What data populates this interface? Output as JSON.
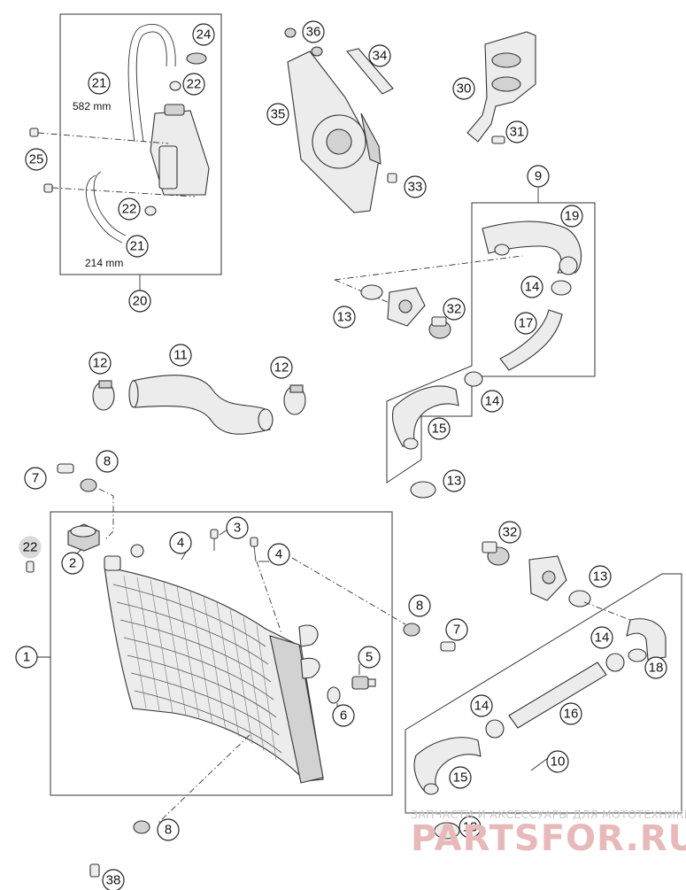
{
  "diagram": {
    "callouts": {
      "c1": "1",
      "c2": "2",
      "c3": "3",
      "c4a": "4",
      "c4b": "4",
      "c5": "5",
      "c6": "6",
      "c7a": "7",
      "c7b": "7",
      "c8a": "8",
      "c8b": "8",
      "c8c": "8",
      "c9": "9",
      "c10": "10",
      "c11": "11",
      "c12a": "12",
      "c12b": "12",
      "c13a": "13",
      "c13b": "13",
      "c13c": "13",
      "c13d": "13",
      "c14a": "14",
      "c14b": "14",
      "c14c": "14",
      "c14d": "14",
      "c15a": "15",
      "c15b": "15",
      "c16": "16",
      "c17": "17",
      "c18": "18",
      "c19": "19",
      "c20": "20",
      "c21a": "21",
      "c21b": "21",
      "c22a": "22",
      "c22b": "22",
      "c22c": "22",
      "c24": "24",
      "c25": "25",
      "c30": "30",
      "c31": "31",
      "c32a": "32",
      "c32b": "32",
      "c33": "33",
      "c34": "34",
      "c35": "35",
      "c36": "36",
      "c38": "38"
    },
    "dimensions": {
      "hose_upper": "582 mm",
      "hose_lower": "214 mm"
    }
  },
  "watermark": {
    "tagline": "ЗАПЧАСТИ И АКСЕССУАРЫ ДЛЯ МОТОТЕХНИКИ",
    "brand": "PARTSFOR.RU"
  },
  "colors": {
    "line": "#333333",
    "part_fill": "#ececec",
    "watermark_brand": "#e8b9b9",
    "watermark_text": "#c9c9c9"
  }
}
